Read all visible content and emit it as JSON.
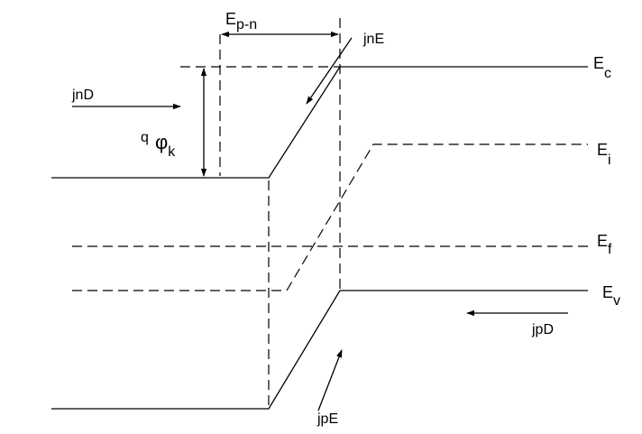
{
  "labels": {
    "ep_n_main": "E",
    "ep_n_sub": "p-n",
    "jnE": "jnE",
    "jnD": "jnD",
    "q": "q",
    "phi": "φ",
    "phi_sub": "k",
    "ec_main": "E",
    "ec_sub": "c",
    "ei_main": "E",
    "ei_sub": "i",
    "ef_main": "E",
    "ef_sub": "f",
    "ev_main": "E",
    "ev_sub": "v",
    "jpD": "jpD",
    "jpE": "jpE"
  }
}
